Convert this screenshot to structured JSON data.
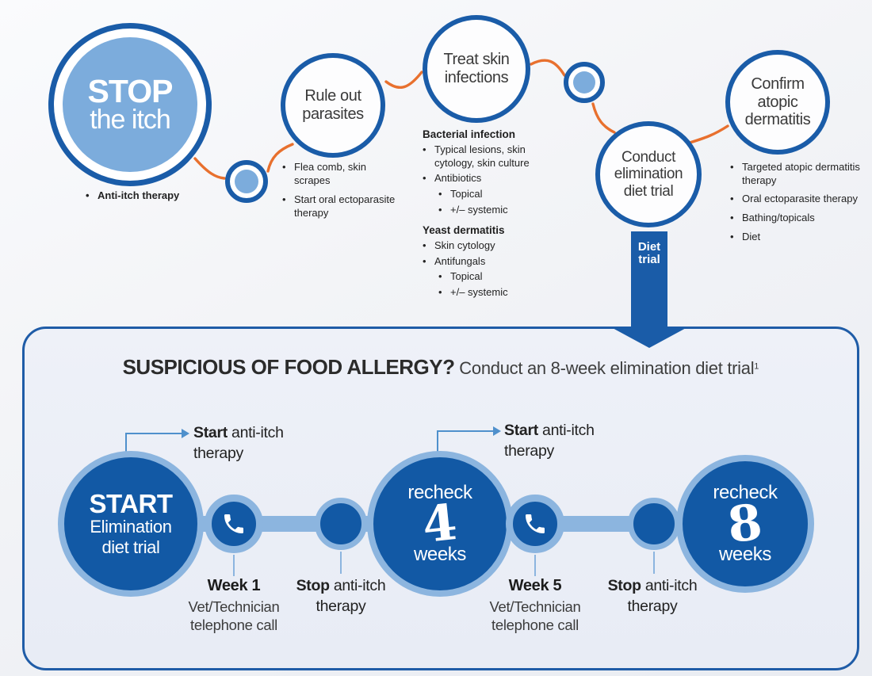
{
  "colors": {
    "dark_blue": "#1a5ca8",
    "fill_blue": "#1259a5",
    "mid_blue": "#8cb5df",
    "light_blue": "#7cacdc",
    "orange": "#e8702e",
    "panel_bg": "#e9edf6",
    "text_dark": "#2b2b2b"
  },
  "top_flow": {
    "stop_step": {
      "title": "STOP",
      "subtitle": "the itch",
      "bullet": "Anti-itch therapy"
    },
    "parasites_step": {
      "label": "Rule out\nparasites",
      "bullets": [
        "Flea comb, skin scrapes",
        "Start oral ectoparasite therapy"
      ]
    },
    "skin_step": {
      "label": "Treat skin\ninfections",
      "sections": [
        {
          "heading": "Bacterial infection",
          "items": [
            {
              "text": "Typical lesions, skin cytology, skin culture",
              "level": 1
            },
            {
              "text": "Antibiotics",
              "level": 1
            },
            {
              "text": "Topical",
              "level": 2
            },
            {
              "text": "+/– systemic",
              "level": 2
            }
          ]
        },
        {
          "heading": "Yeast dermatitis",
          "items": [
            {
              "text": "Skin cytology",
              "level": 1
            },
            {
              "text": "Antifungals",
              "level": 1
            },
            {
              "text": "Topical",
              "level": 2
            },
            {
              "text": "+/– systemic",
              "level": 2
            }
          ]
        }
      ]
    },
    "diet_step": {
      "label": "Conduct\nelimination\ndiet trial",
      "arrow_label": "Diet\ntrial"
    },
    "atopic_step": {
      "label": "Confirm\natopic\ndermatitis",
      "bullets": [
        "Targeted atopic dermatitis therapy",
        "Oral ectoparasite therapy",
        "Bathing/topicals",
        "Diet"
      ]
    }
  },
  "panel": {
    "title_bold": "SUSPICIOUS OF FOOD ALLERGY?",
    "title_rest": " Conduct an 8-week elimination diet trial",
    "title_sup": "1",
    "start_circle": {
      "title": "START",
      "line2": "Elimination",
      "line3": "diet trial"
    },
    "recheck4": {
      "top": "recheck",
      "number": "4",
      "bottom": "weeks"
    },
    "recheck8": {
      "top": "recheck",
      "number": "8",
      "bottom": "weeks"
    },
    "start_note1": {
      "bold": "Start",
      "rest": " anti-itch therapy"
    },
    "start_note2": {
      "bold": "Start",
      "rest": " anti-itch therapy"
    },
    "stop_note1": {
      "bold": "Stop",
      "rest": " anti-itch therapy"
    },
    "stop_note2": {
      "bold": "Stop",
      "rest": " anti-itch therapy"
    },
    "week1": {
      "title": "Week 1",
      "line2": "Vet/Technician",
      "line3": "telephone call"
    },
    "week5": {
      "title": "Week 5",
      "line2": "Vet/Technician",
      "line3": "telephone call"
    },
    "icons": {
      "phone": "phone-icon"
    }
  }
}
